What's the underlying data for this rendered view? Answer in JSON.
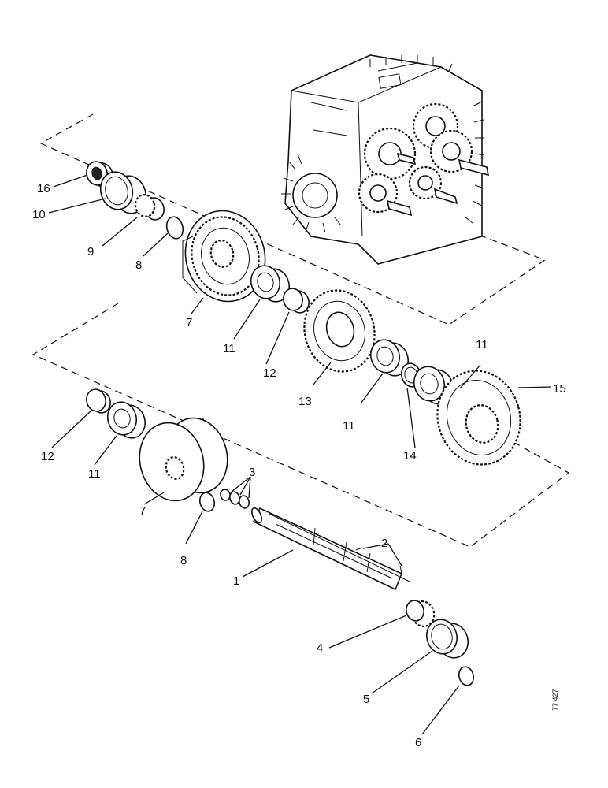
{
  "drawing_code": "77 427",
  "callouts": [
    {
      "id": "16",
      "text": "16"
    },
    {
      "id": "10",
      "text": "10"
    },
    {
      "id": "9",
      "text": "9"
    },
    {
      "id": "8a",
      "text": "8"
    },
    {
      "id": "7a",
      "text": "7"
    },
    {
      "id": "11a",
      "text": "11"
    },
    {
      "id": "12a",
      "text": "12"
    },
    {
      "id": "13",
      "text": "13"
    },
    {
      "id": "11b",
      "text": "11"
    },
    {
      "id": "14",
      "text": "14"
    },
    {
      "id": "11c",
      "text": "11"
    },
    {
      "id": "15",
      "text": "15"
    },
    {
      "id": "12b",
      "text": "12"
    },
    {
      "id": "11d",
      "text": "11"
    },
    {
      "id": "7b",
      "text": "7"
    },
    {
      "id": "8b",
      "text": "8"
    },
    {
      "id": "3",
      "text": "3"
    },
    {
      "id": "2",
      "text": "2"
    },
    {
      "id": "1",
      "text": "1"
    },
    {
      "id": "4",
      "text": "4"
    },
    {
      "id": "5",
      "text": "5"
    },
    {
      "id": "6",
      "text": "6"
    }
  ]
}
